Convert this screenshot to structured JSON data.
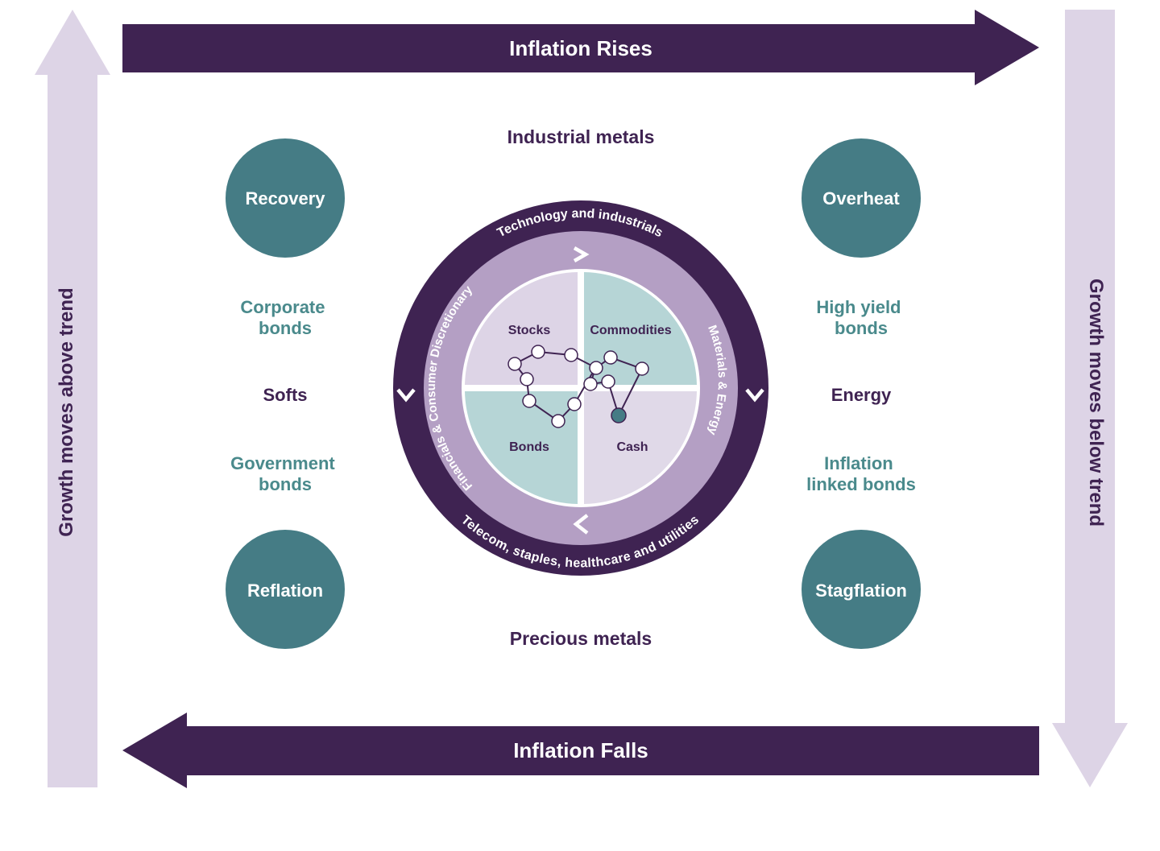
{
  "arrows": {
    "top": "Inflation Rises",
    "bottom": "Inflation Falls",
    "left": "Growth moves above trend",
    "right": "Growth moves below trend"
  },
  "phases": {
    "recovery": "Recovery",
    "overheat": "Overheat",
    "reflation": "Reflation",
    "stagflation": "Stagflation"
  },
  "assets": {
    "top": "Industrial metals",
    "bottom": "Precious metals",
    "left_upper": [
      "Corporate",
      "bonds"
    ],
    "left_middle": "Softs",
    "left_lower": [
      "Government",
      "bonds"
    ],
    "right_upper": [
      "High yield",
      "bonds"
    ],
    "right_middle": "Energy",
    "right_lower": [
      "Inflation",
      "linked bonds"
    ]
  },
  "ring": {
    "outer_top": "Technology and industrials",
    "outer_bottom": "Telecom, staples, healthcare and utilities",
    "inner_left": "Financials & Consumer Discretionary",
    "inner_right": "Materials & Energy"
  },
  "quadrants": {
    "top_left": "Stocks",
    "top_right": "Commodities",
    "bottom_left": "Bonds",
    "bottom_right": "Cash"
  },
  "colors": {
    "dark_purple": "#3f2352",
    "mid_purple": "#b49fc4",
    "light_purple": "#ddd4e6",
    "pale_purple": "#e0d9e8",
    "teal": "#457c85",
    "light_teal": "#b6d5d6",
    "teal_text": "#4a8a8c"
  }
}
